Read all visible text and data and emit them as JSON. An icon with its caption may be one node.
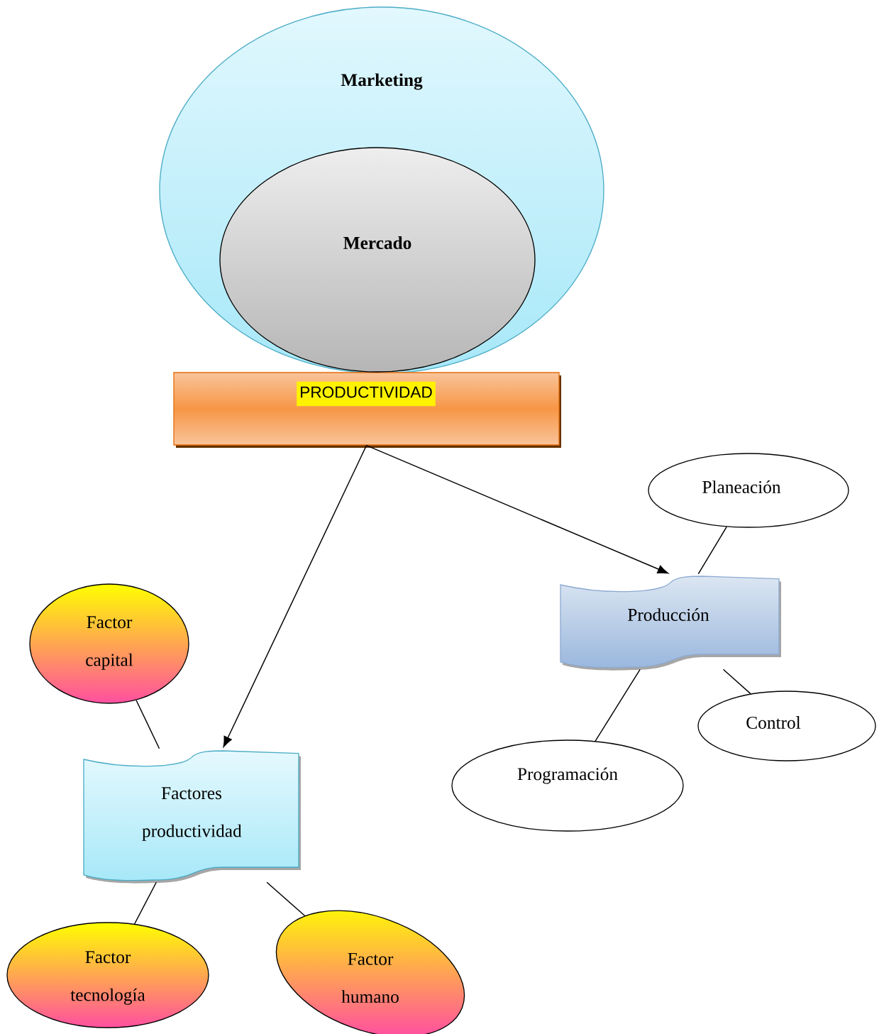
{
  "diagram": {
    "nodes": [
      {
        "text": [
          "Marketing"
        ]
      },
      {
        "text": [
          "Mercado"
        ],
        "in": 0
      },
      {
        "text": [
          "PRODUCTIVIDAD"
        ]
      },
      {
        "text": [
          "Planeación"
        ]
      },
      {
        "text": [
          "Producción"
        ]
      },
      {
        "text": [
          "Factor capital"
        ]
      },
      {
        "text": [
          "Factores productividad"
        ]
      },
      {
        "text": [
          "Control"
        ]
      },
      {
        "text": [
          "Programación"
        ]
      },
      {
        "text": [
          "Factor tecnología"
        ]
      },
      {
        "text": [
          "Factor humano"
        ]
      }
    ],
    "edges": [
      {
        "from": 2,
        "to": 4,
        "arrow": "to"
      },
      {
        "from": 2,
        "to": 6,
        "arrow": "to"
      },
      {
        "from": 3,
        "to": 4,
        "arrow": "none"
      },
      {
        "from": 5,
        "to": 6,
        "arrow": "none"
      },
      {
        "from": 4,
        "to": 8,
        "arrow": "none"
      },
      {
        "from": 4,
        "to": 7,
        "arrow": "none"
      },
      {
        "from": 6,
        "to": 9,
        "arrow": "none"
      },
      {
        "from": 6,
        "to": 10,
        "arrow": "none"
      }
    ]
  }
}
